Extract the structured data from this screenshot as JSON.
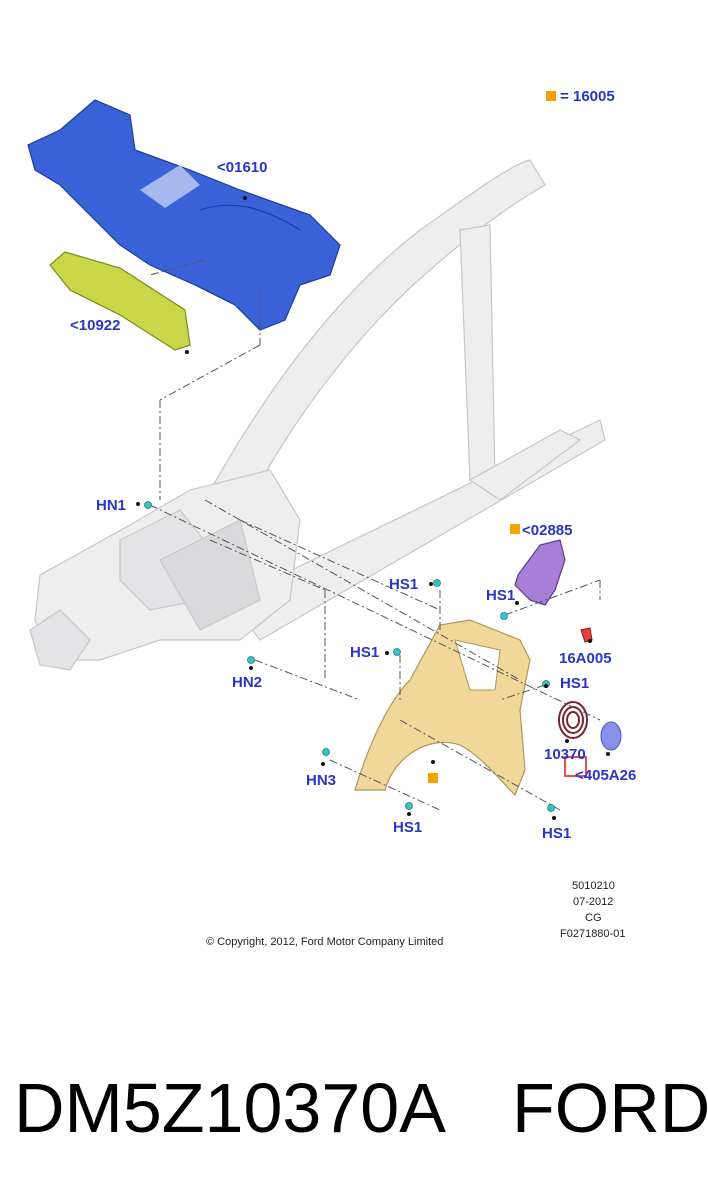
{
  "legend": {
    "symbol_value": "16005",
    "equals": "="
  },
  "callouts": {
    "dash_panel": "<01610",
    "insulator": "<10922",
    "hn1": "HN1",
    "bracket": "<02885",
    "hs1_a": "HS1",
    "hs1_b": "HS1",
    "hs1_c": "HS1",
    "hs1_d": "HS1",
    "hs1_e": "HS1",
    "hs1_f": "HS1",
    "hn2": "HN2",
    "hn3": "HN3",
    "retainer": "16A005",
    "wire": "10370",
    "cover": "<405A26"
  },
  "info_block": [
    "5010210",
    "07-2012",
    "CG",
    "F0271880-01"
  ],
  "copyright": "© Copyright, 2012, Ford Motor Company Limited",
  "footer": {
    "part_number": "DM5Z10370A",
    "brand": "FORD"
  },
  "colors": {
    "callout_text": "#2a35c8",
    "legend_square": "#f5a300",
    "dash_panel": "#3a62d8",
    "insulator": "#c8d648",
    "fender": "#f2d79a",
    "bracket": "#a77fd6",
    "clip": "#36c3c3",
    "highlight_box": "#e8202c"
  }
}
